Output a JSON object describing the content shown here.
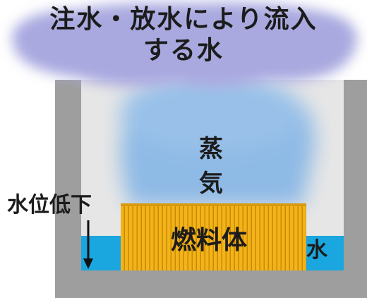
{
  "cloud": {
    "line1": "注水・放水により流入",
    "line2": "する水"
  },
  "steam": {
    "char1": "蒸",
    "char2": "気"
  },
  "water_level_label": "水位低下",
  "fuel_label": "燃料体",
  "water_label": "水",
  "colors": {
    "pool_wall": "#9e9e9e",
    "pool_inner": "#e6e6e6",
    "water": "#1aa6de",
    "fuel": "#f2b31b",
    "fuel_stripe": "#c98a00",
    "steam": "#8ab8e6",
    "cloud": "#a9a9e0"
  }
}
